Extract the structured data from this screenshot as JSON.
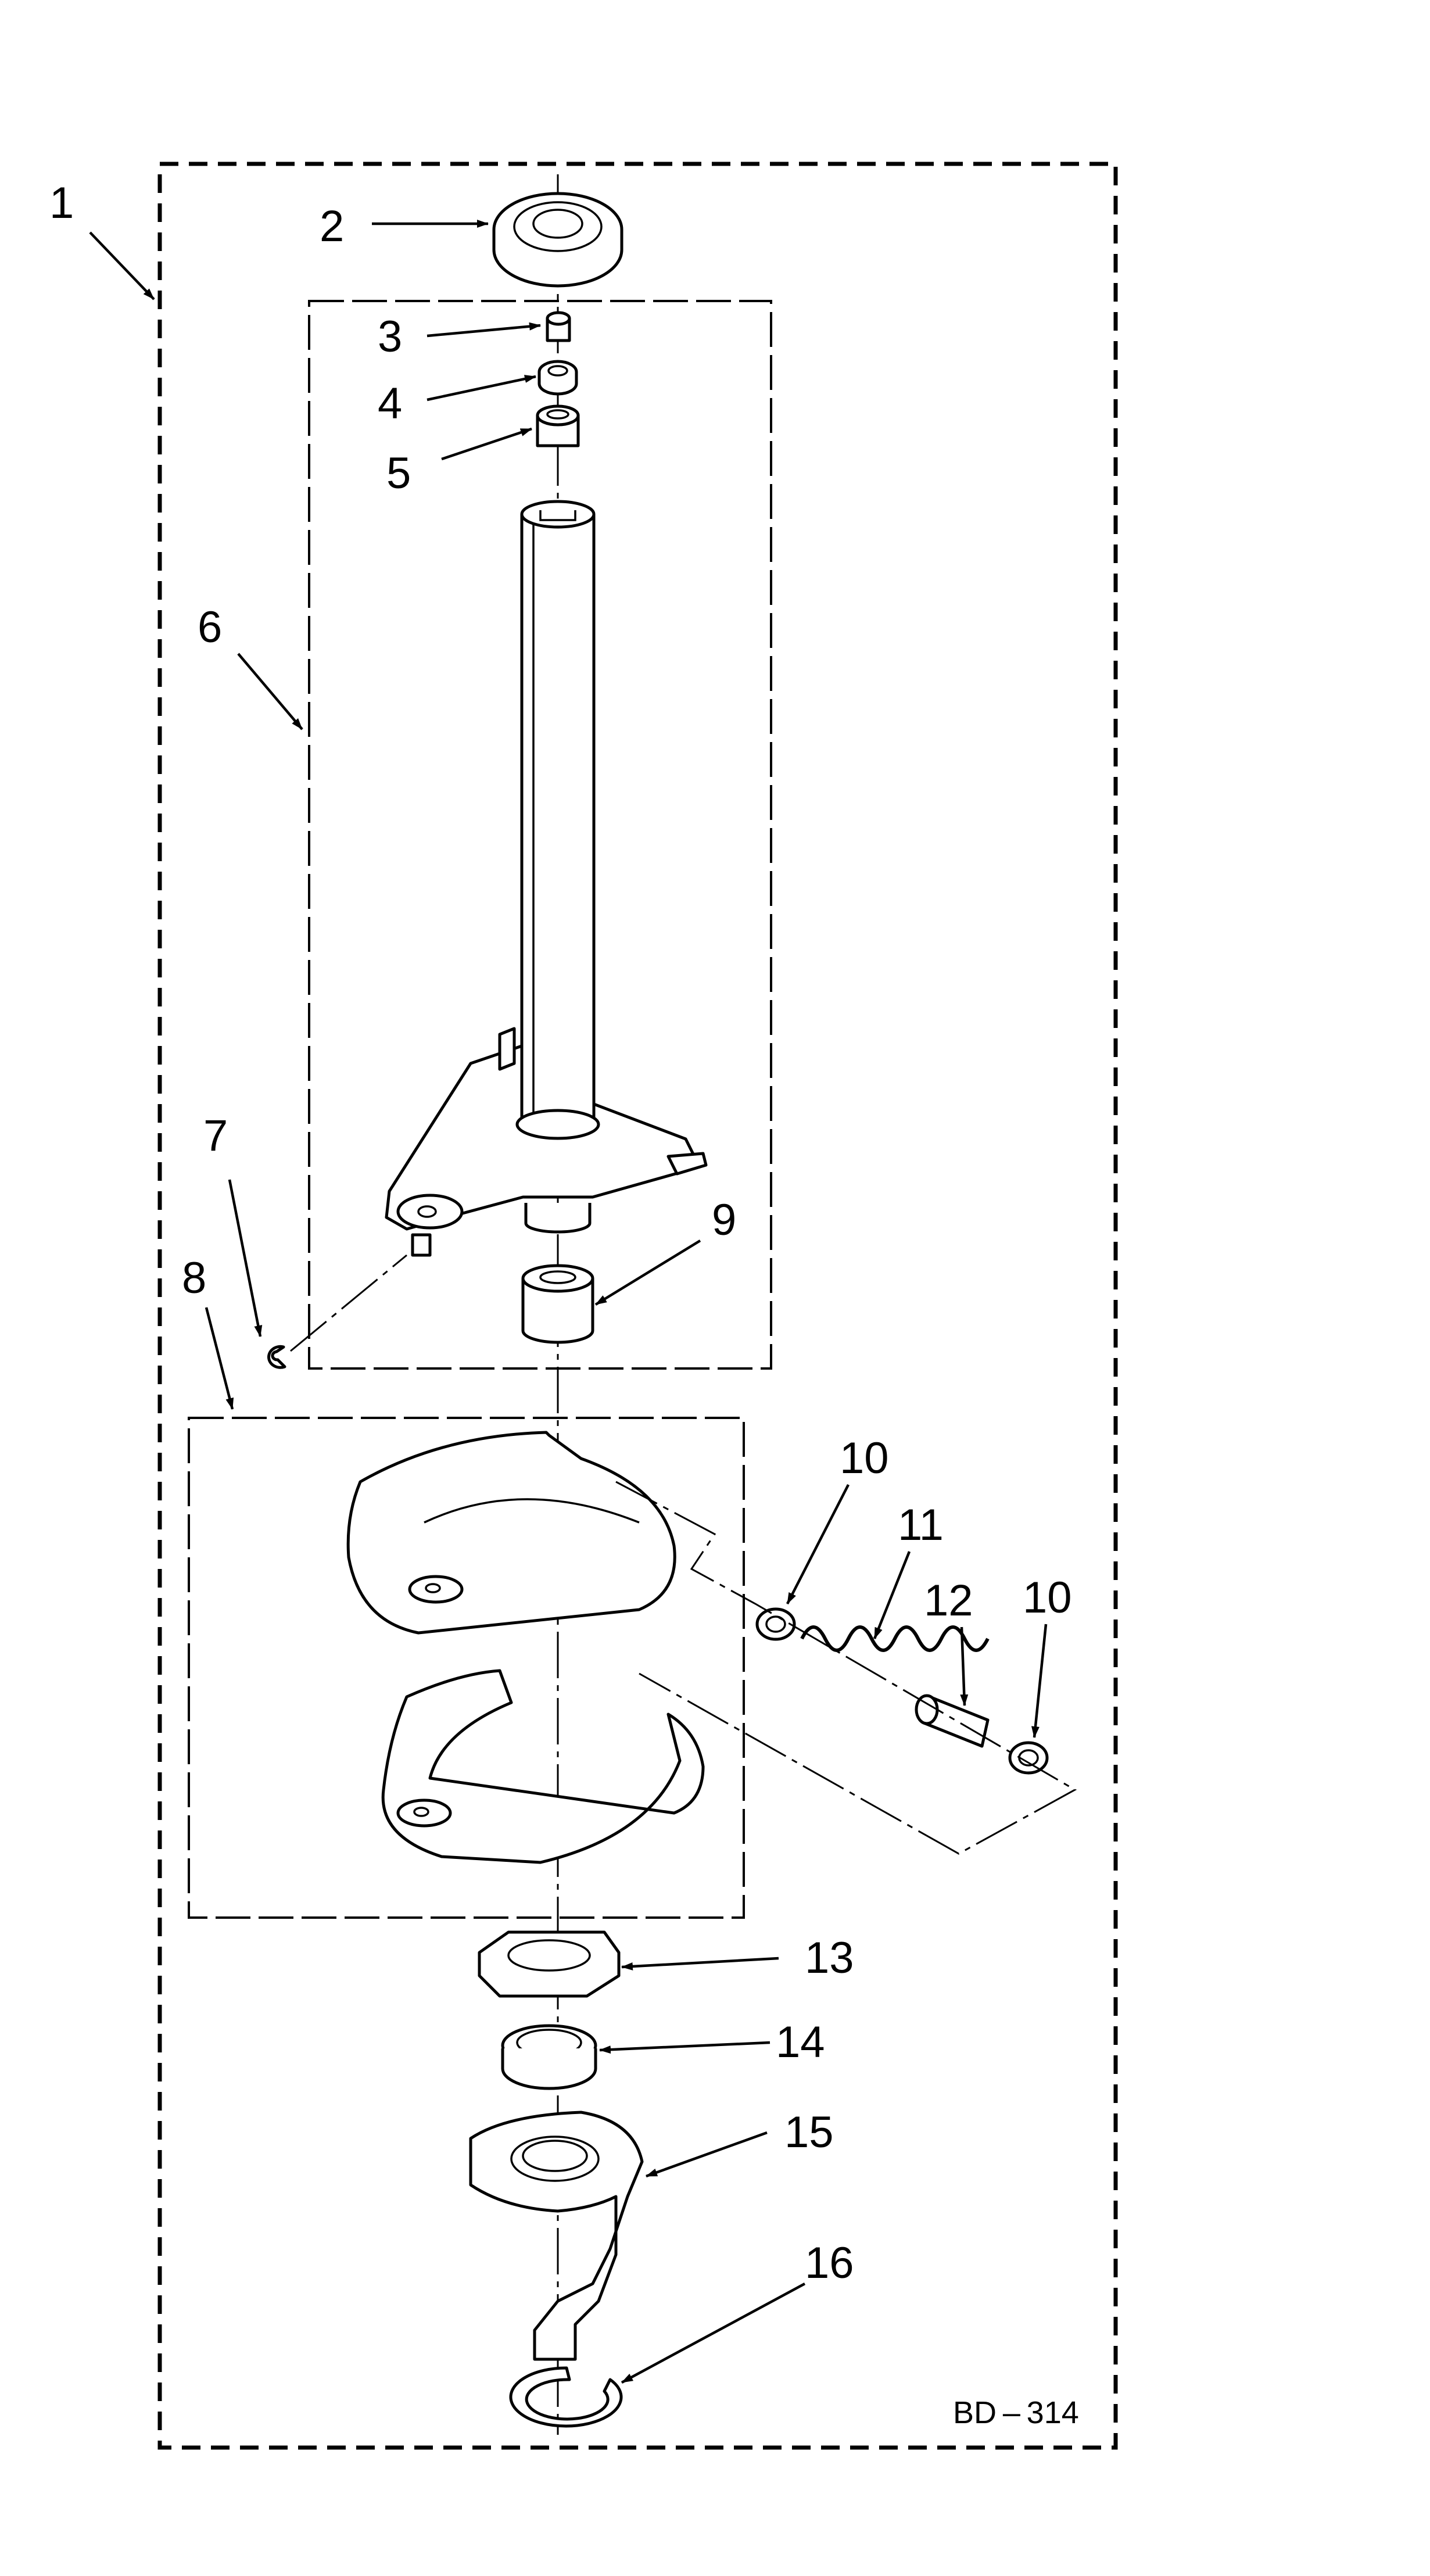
{
  "diagram_code": "BD – 314",
  "callouts": [
    "1",
    "2",
    "3",
    "4",
    "5",
    "6",
    "7",
    "8",
    "9",
    "10",
    "11",
    "12",
    "10",
    "13",
    "14",
    "15",
    "16"
  ]
}
